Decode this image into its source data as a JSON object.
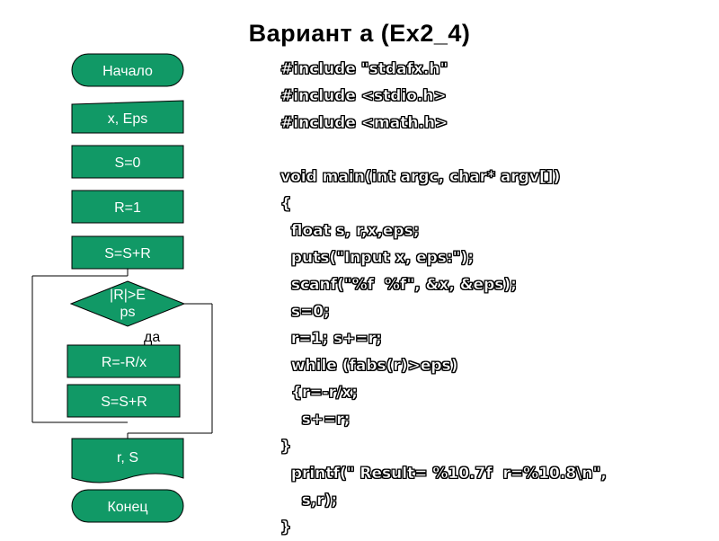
{
  "title": "Вариант а (Ex2_4)",
  "flowchart": {
    "start": "Начало",
    "input": "x, Eps",
    "init_s": "S=0",
    "init_r": "R=1",
    "add1": "S=S+R",
    "condition_line1": "|R|>E",
    "condition_line2": "ps",
    "yes_label": "да",
    "update_r": "R=-R/x",
    "add2": "S=S+R",
    "output": "r, S",
    "end": "Конец"
  },
  "code": [
    "#include \"stdafx.h\"",
    "#include <stdio.h>",
    "#include <math.h>",
    "",
    "void main(int argc, char* argv[])",
    "{",
    "  float s, r,x,eps;",
    "  puts(\"Input x, eps:\");",
    "  scanf(\"%f  %f\", &x, &eps);",
    "  s=0;",
    "  r=1; s+=r;",
    "  while (fabs(r)>eps)",
    "  {r=-r/x;",
    "    s+=r;",
    "}",
    "  printf(\" Result= %10.7f  r=%10.8\\n\",",
    "    s,r);",
    "}"
  ],
  "colors": {
    "shape_fill": "#119966",
    "shape_text": "#ffffff",
    "code_fill": "#ffffff",
    "code_outline": "#000000"
  }
}
